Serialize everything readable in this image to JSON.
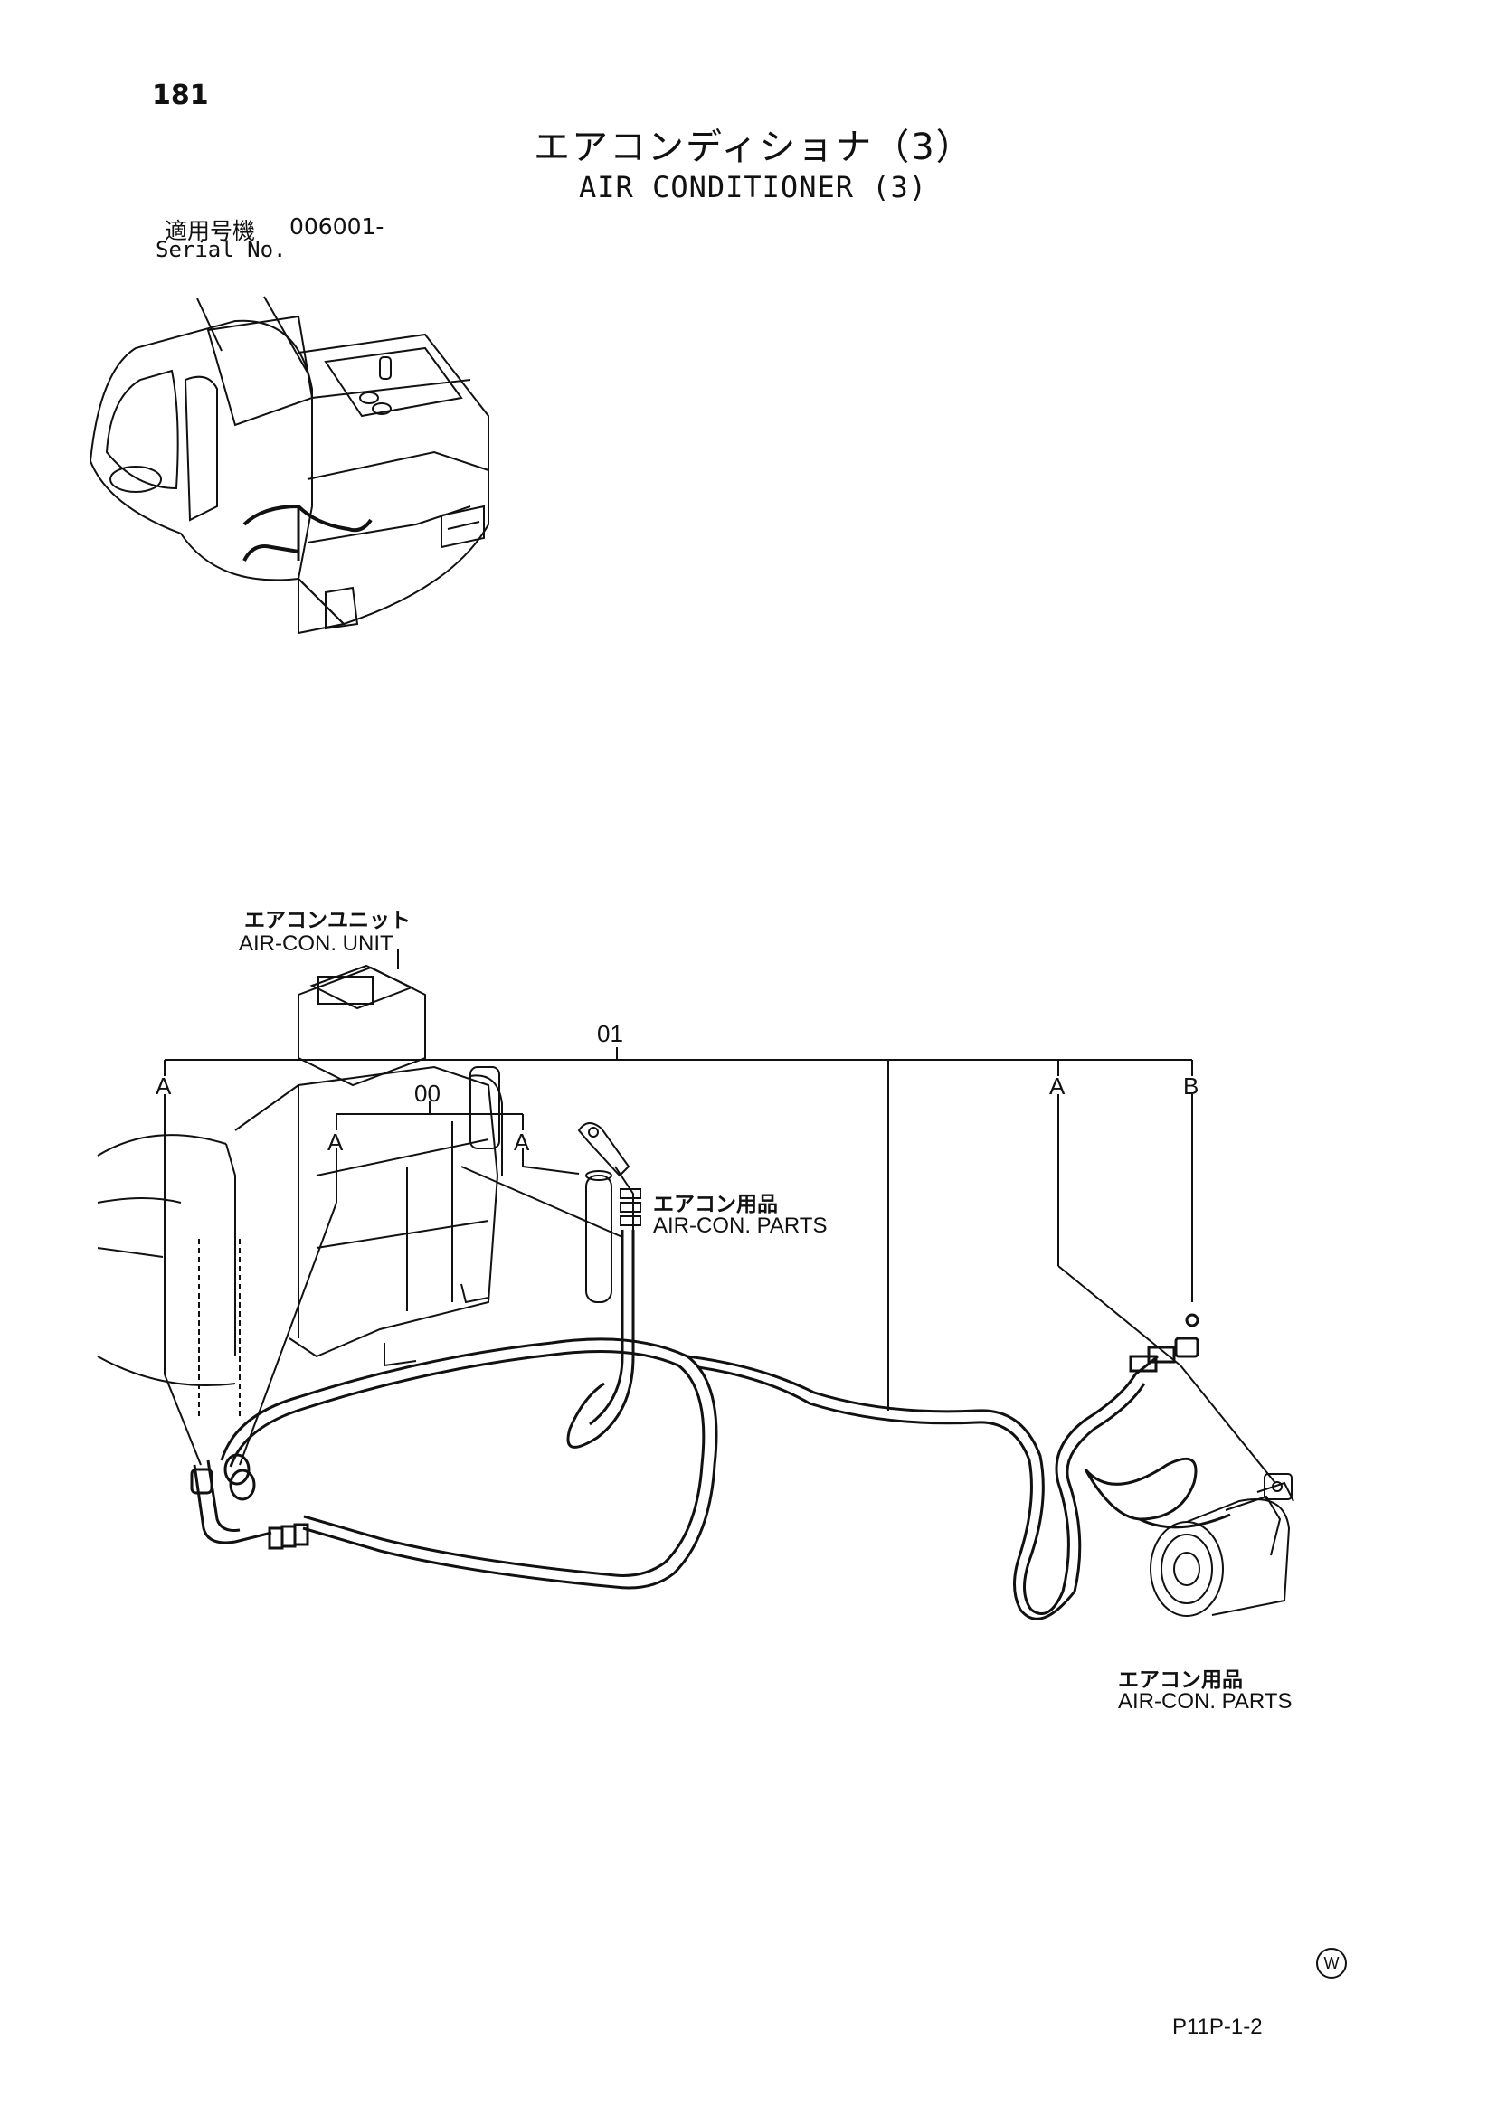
{
  "header": {
    "page_number": "181",
    "title_jp": "エアコンディショナ（3）",
    "title_en": "AIR CONDITIONER (3)",
    "serial_label_jp": "適用号機",
    "serial_value": "006001-",
    "serial_label_en": "Serial No."
  },
  "labels": {
    "aircon_unit_jp": "エアコンユニット",
    "aircon_unit_en": "AIR-CON. UNIT",
    "aircon_parts_jp": "エアコン用品",
    "aircon_parts_en": "AIR-CON. PARTS",
    "aircon_parts2_jp": "エアコン用品",
    "aircon_parts2_en": "AIR-CON. PARTS"
  },
  "refs": {
    "group_01": "01",
    "group_00": "00",
    "a_left": "A",
    "a_inner_left": "A",
    "a_inner_right": "A",
    "a_right": "A",
    "b_right": "B"
  },
  "footer": {
    "watermark": "W",
    "code": "P11P-1-2"
  }
}
